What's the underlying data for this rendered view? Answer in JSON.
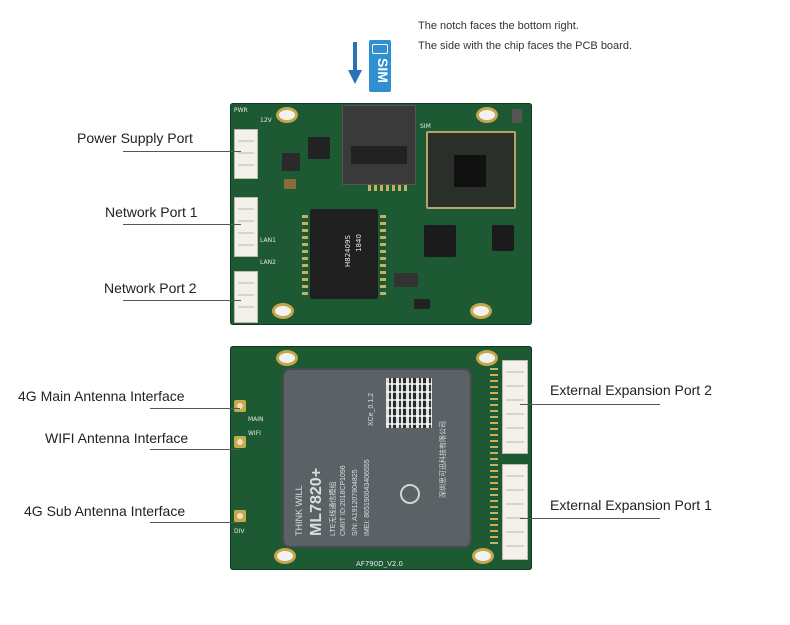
{
  "notes": {
    "line1": "The notch faces the bottom right.",
    "line2": "The side with the chip faces the PCB board."
  },
  "sim_tag": "SIM",
  "top_board": {
    "labels": {
      "power": "Power Supply Port",
      "net1": "Network Port 1",
      "net2": "Network Port 2"
    },
    "silk": {
      "pwr": "PWR",
      "v12": "12V",
      "sim": "SIM",
      "lan1": "LAN1",
      "lan2": "LAN2",
      "magjack": "H82409S",
      "date": "1840"
    }
  },
  "bottom_board": {
    "labels": {
      "main_ant": "4G Main Antenna Interface",
      "wifi_ant": "WIFI Antenna Interface",
      "sub_ant": "4G Sub Antenna Interface",
      "ext2": "External Expansion Port 2",
      "ext1": "External Expansion Port 1"
    },
    "silk": {
      "main": "MAIN",
      "wifi": "WIFI",
      "div": "DIV",
      "version": "AF790D_V2.0"
    },
    "module": {
      "brand": "THINK WILL",
      "model": "ML7820+",
      "sub": "LTE无线通信模组",
      "cmiit": "CMIIT ID:2018CP1096",
      "sn": "S/N: A191207804825",
      "imei": "IMEI: 865190043406555",
      "rev": "XCe_0.1.2",
      "maker": "深圳思可迅科技有限公司"
    }
  }
}
